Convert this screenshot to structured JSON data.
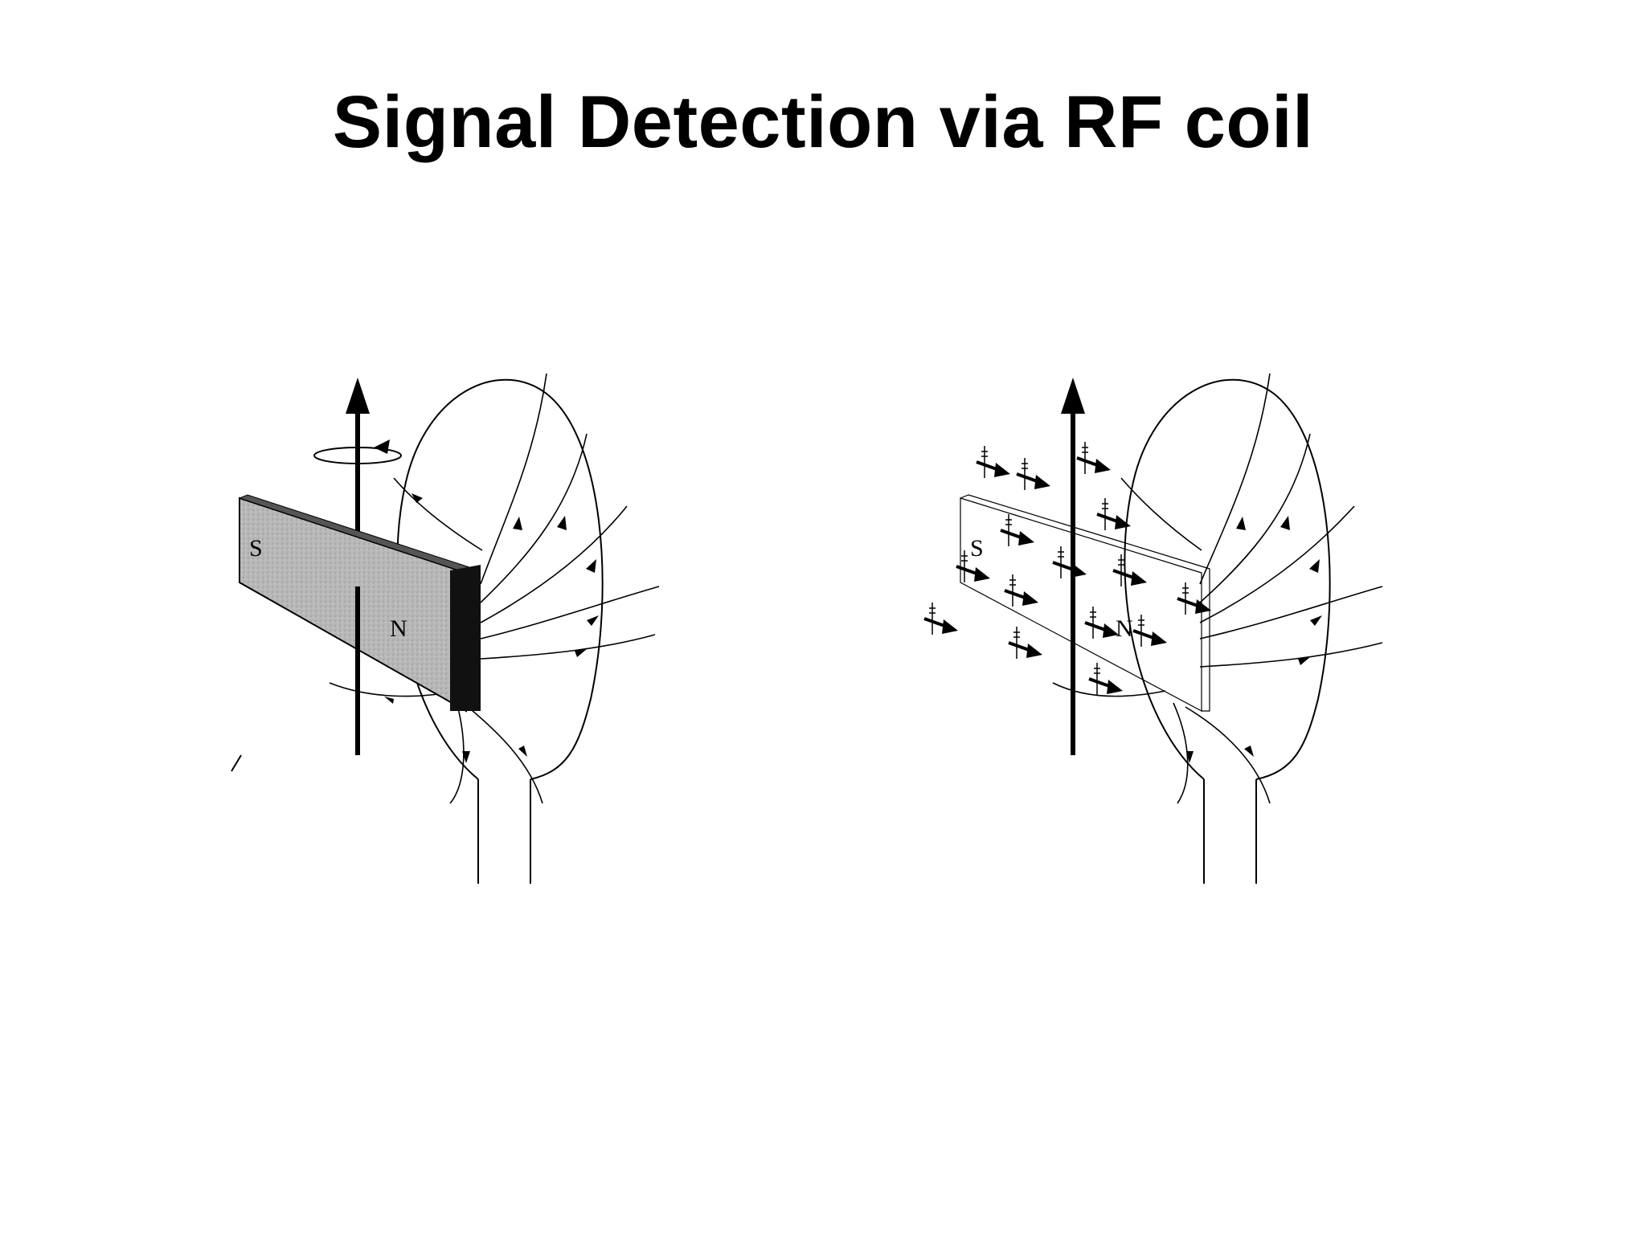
{
  "slide": {
    "title": "Signal Detection via RF coil"
  },
  "left_figure": {
    "south_label": "S",
    "north_label": "N"
  },
  "right_figure": {
    "south_label": "S",
    "north_label": "N"
  },
  "colors": {
    "background": "#ffffff",
    "ink": "#000000",
    "magnet_face": "#b5b5b5",
    "magnet_end": "#111111"
  }
}
